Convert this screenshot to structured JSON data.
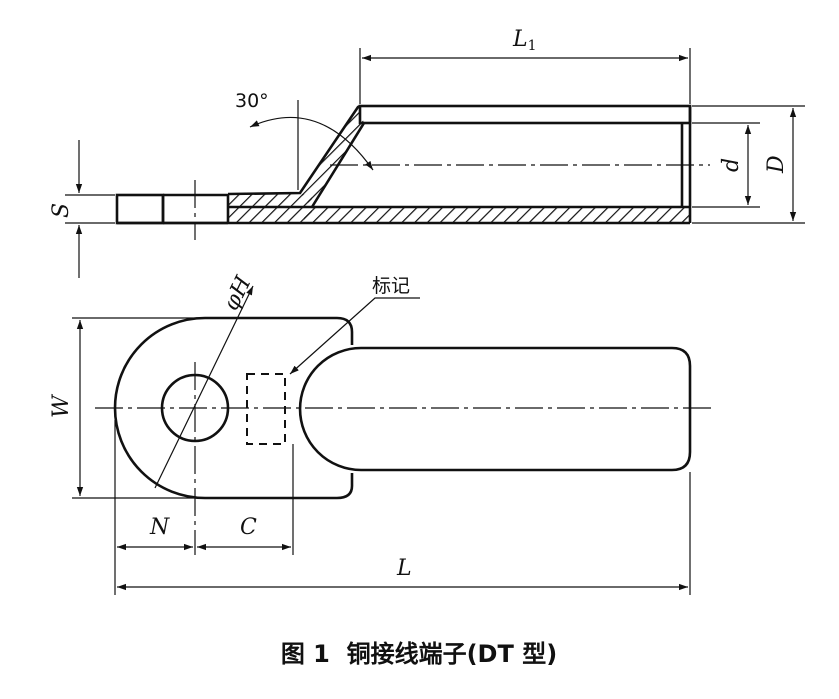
{
  "figure": {
    "caption": "图 1  铜接线端子(DT 型)"
  },
  "labels": {
    "L1": "L",
    "L1_sub": "1",
    "angle": "30°",
    "d": "d",
    "D": "D",
    "S": "S",
    "W": "W",
    "phiH": "φH",
    "mark": "标记",
    "N": "N",
    "C": "C",
    "L": "L"
  }
}
